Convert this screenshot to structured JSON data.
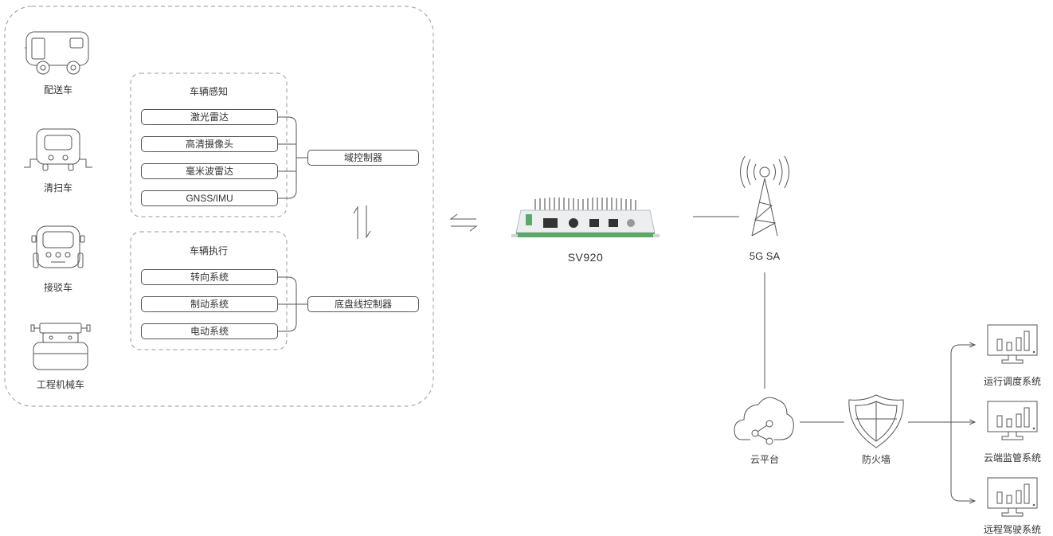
{
  "vehicles": [
    {
      "label": "配送车",
      "icon": "delivery-van-icon"
    },
    {
      "label": "清扫车",
      "icon": "street-sweeper-icon"
    },
    {
      "label": "接驳车",
      "icon": "shuttle-bus-icon"
    },
    {
      "label": "工程机械车",
      "icon": "construction-vehicle-icon"
    }
  ],
  "perception": {
    "title": "车辆感知",
    "items": [
      "激光雷达",
      "高清摄像头",
      "毫米波雷达",
      "GNSS/IMU"
    ],
    "controller": "域控制器"
  },
  "execution": {
    "title": "车辆执行",
    "items": [
      "转向系统",
      "制动系统",
      "电动系统"
    ],
    "controller": "底盘线控制器"
  },
  "device": {
    "label": "SV920",
    "icon": "sv920-router-icon"
  },
  "network": {
    "label": "5G SA",
    "icon": "cell-tower-icon"
  },
  "cloud": {
    "label": "云平台",
    "icon": "cloud-share-icon"
  },
  "firewall": {
    "label": "防火墙",
    "icon": "shield-firewall-icon"
  },
  "systems": [
    {
      "label": "运行调度系统",
      "icon": "monitor-chart-icon"
    },
    {
      "label": "云端监管系统",
      "icon": "monitor-chart-icon"
    },
    {
      "label": "远程驾驶系统",
      "icon": "monitor-chart-icon"
    }
  ],
  "colors": {
    "line": "#555555",
    "dash": "#9a9a9a",
    "device_green": "#5aa86a"
  }
}
